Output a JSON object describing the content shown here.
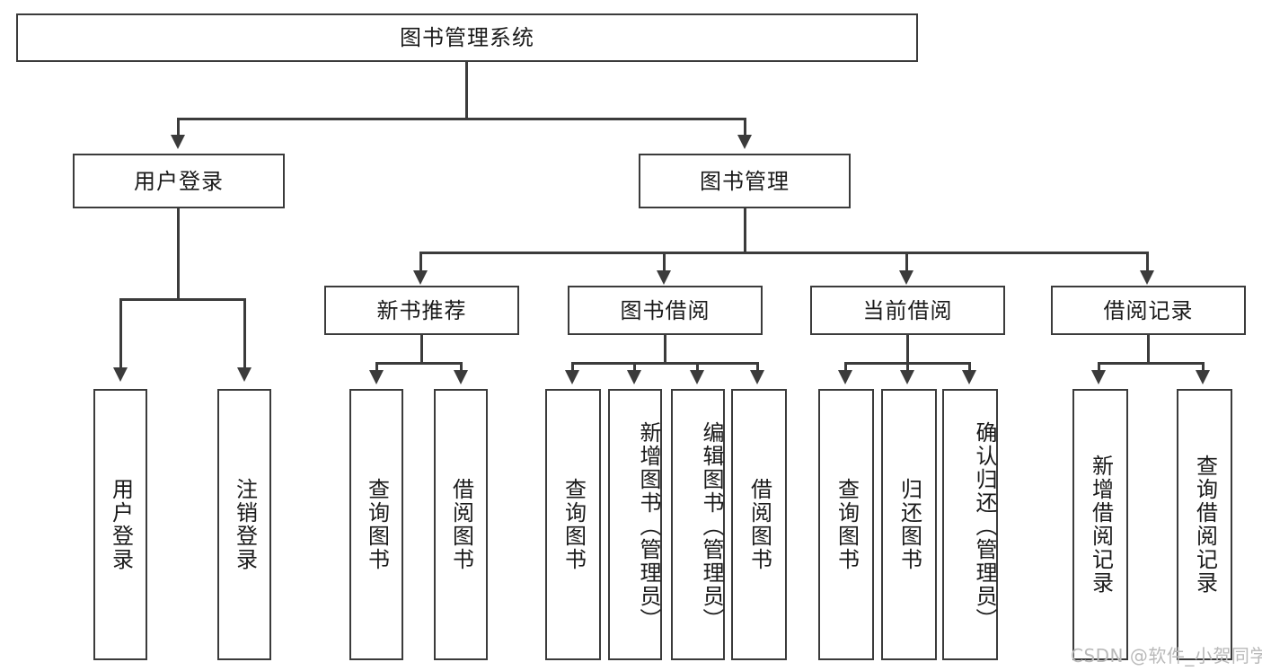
{
  "diagram": {
    "title": "图书管理系统",
    "type": "tree-hierarchy",
    "root": {
      "id": "root",
      "label": "图书管理系统"
    },
    "level2": [
      {
        "id": "user-login",
        "label": "用户登录"
      },
      {
        "id": "book-management",
        "label": "图书管理"
      }
    ],
    "level3": [
      {
        "id": "new-book-recommend",
        "label": "新书推荐"
      },
      {
        "id": "book-borrow",
        "label": "图书借阅"
      },
      {
        "id": "current-borrow",
        "label": "当前借阅"
      },
      {
        "id": "borrow-record",
        "label": "借阅记录"
      }
    ],
    "leaves": {
      "user_login": [
        {
          "id": "leaf-user-login",
          "label": "用户登录"
        },
        {
          "id": "leaf-logout-login",
          "label": "注销登录"
        }
      ],
      "new_book_recommend": [
        {
          "id": "leaf-query-book-1",
          "label": "查询图书"
        },
        {
          "id": "leaf-borrow-book-1",
          "label": "借阅图书"
        }
      ],
      "book_borrow": [
        {
          "id": "leaf-query-book-2",
          "label": "查询图书"
        },
        {
          "id": "leaf-add-book",
          "label": "新增图书（管理员）"
        },
        {
          "id": "leaf-edit-book",
          "label": "编辑图书（管理员）"
        },
        {
          "id": "leaf-borrow-book-2",
          "label": "借阅图书"
        }
      ],
      "current_borrow": [
        {
          "id": "leaf-query-book-3",
          "label": "查询图书"
        },
        {
          "id": "leaf-return-book",
          "label": "归还图书"
        },
        {
          "id": "leaf-confirm-return",
          "label": "确认归还（管理员）"
        }
      ],
      "borrow_record": [
        {
          "id": "leaf-add-record",
          "label": "新增借阅记录"
        },
        {
          "id": "leaf-query-record",
          "label": "查询借阅记录"
        }
      ]
    }
  },
  "watermark": {
    "text": "CSDN @软件_小贺同学"
  },
  "colors": {
    "border": "#3b3b3b",
    "background": "#ffffff",
    "text": "#1a1a1a",
    "watermark": "#b9b9b9"
  }
}
